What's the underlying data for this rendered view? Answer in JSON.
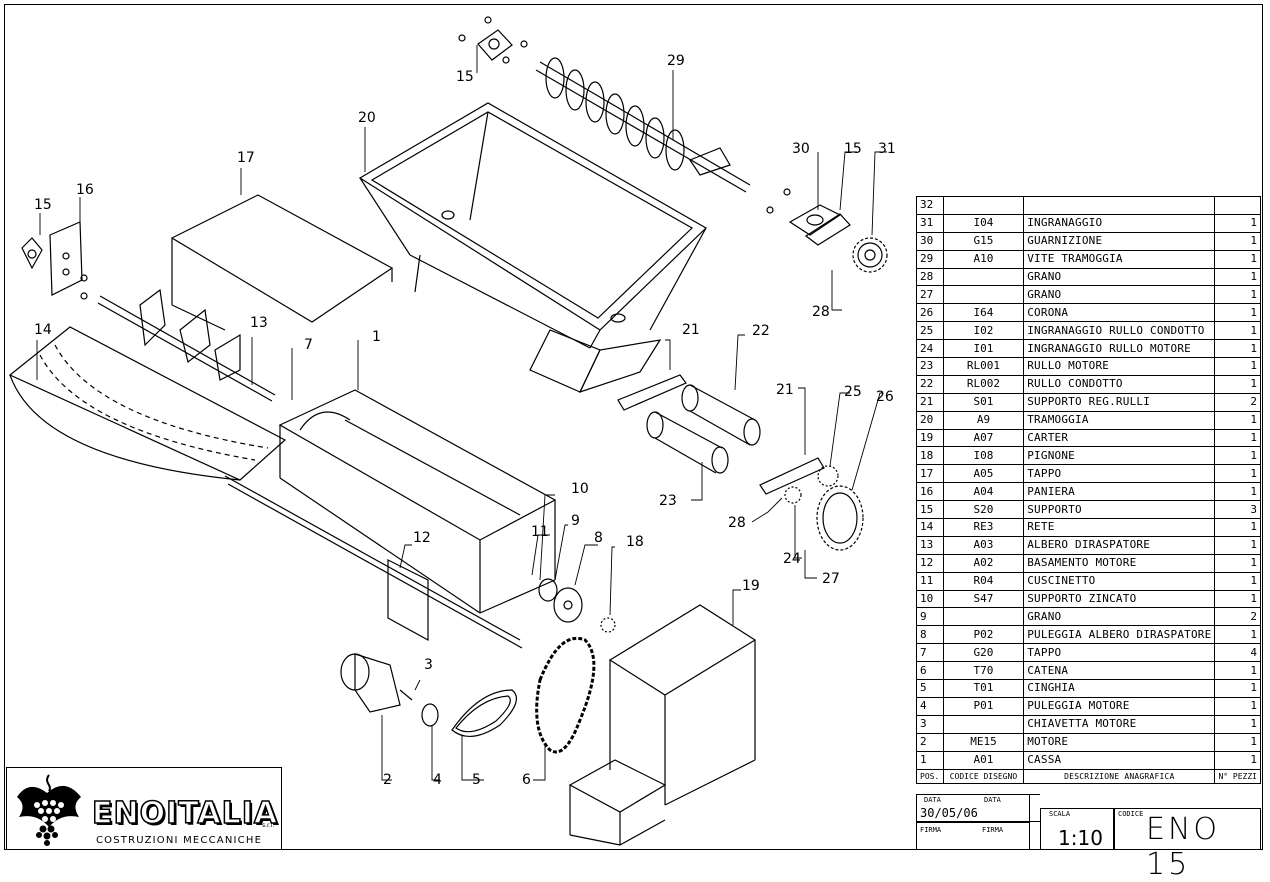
{
  "callouts": [
    "1",
    "2",
    "3",
    "4",
    "5",
    "6",
    "7",
    "8",
    "9",
    "10",
    "11",
    "12",
    "13",
    "14",
    "15",
    "15",
    "15",
    "16",
    "17",
    "18",
    "19",
    "20",
    "21",
    "21",
    "22",
    "23",
    "24",
    "25",
    "26",
    "27",
    "28",
    "28",
    "29",
    "30",
    "31"
  ],
  "parts_table": {
    "top_row_pos": "32",
    "rows": [
      {
        "pos": "31",
        "code": "I04",
        "desc": "INGRANAGGIO",
        "qty": "1"
      },
      {
        "pos": "30",
        "code": "G15",
        "desc": "GUARNIZIONE",
        "qty": "1"
      },
      {
        "pos": "29",
        "code": "A10",
        "desc": "VITE TRAMOGGIA",
        "qty": "1"
      },
      {
        "pos": "28",
        "code": "",
        "desc": "GRANO",
        "qty": "1"
      },
      {
        "pos": "27",
        "code": "",
        "desc": "GRANO",
        "qty": "1"
      },
      {
        "pos": "26",
        "code": "I64",
        "desc": "CORONA",
        "qty": "1"
      },
      {
        "pos": "25",
        "code": "I02",
        "desc": "INGRANAGGIO RULLO CONDOTTO",
        "qty": "1"
      },
      {
        "pos": "24",
        "code": "I01",
        "desc": "INGRANAGGIO RULLO MOTORE",
        "qty": "1"
      },
      {
        "pos": "23",
        "code": "RL001",
        "desc": "RULLO MOTORE",
        "qty": "1"
      },
      {
        "pos": "22",
        "code": "RL002",
        "desc": "RULLO CONDOTTO",
        "qty": "1"
      },
      {
        "pos": "21",
        "code": "S01",
        "desc": "SUPPORTO REG.RULLI",
        "qty": "2"
      },
      {
        "pos": "20",
        "code": "A9",
        "desc": "TRAMOGGIA",
        "qty": "1"
      },
      {
        "pos": "19",
        "code": "A07",
        "desc": "CARTER",
        "qty": "1"
      },
      {
        "pos": "18",
        "code": "I08",
        "desc": "PIGNONE",
        "qty": "1"
      },
      {
        "pos": "17",
        "code": "A05",
        "desc": "TAPPO",
        "qty": "1"
      },
      {
        "pos": "16",
        "code": "A04",
        "desc": "PANIERA",
        "qty": "1"
      },
      {
        "pos": "15",
        "code": "S20",
        "desc": "SUPPORTO",
        "qty": "3"
      },
      {
        "pos": "14",
        "code": "RE3",
        "desc": "RETE",
        "qty": "1"
      },
      {
        "pos": "13",
        "code": "A03",
        "desc": "ALBERO DIRASPATORE",
        "qty": "1"
      },
      {
        "pos": "12",
        "code": "A02",
        "desc": "BASAMENTO MOTORE",
        "qty": "1"
      },
      {
        "pos": "11",
        "code": "R04",
        "desc": "CUSCINETTO",
        "qty": "1"
      },
      {
        "pos": "10",
        "code": "S47",
        "desc": "SUPPORTO ZINCATO",
        "qty": "1"
      },
      {
        "pos": "9",
        "code": "",
        "desc": "GRANO",
        "qty": "2"
      },
      {
        "pos": "8",
        "code": "P02",
        "desc": "PULEGGIA ALBERO DIRASPATORE",
        "qty": "1"
      },
      {
        "pos": "7",
        "code": "G20",
        "desc": "TAPPO",
        "qty": "4"
      },
      {
        "pos": "6",
        "code": "T70",
        "desc": "CATENA",
        "qty": "1"
      },
      {
        "pos": "5",
        "code": "T01",
        "desc": "CINGHIA",
        "qty": "1"
      },
      {
        "pos": "4",
        "code": "P01",
        "desc": "PULEGGIA MOTORE",
        "qty": "1"
      },
      {
        "pos": "3",
        "code": "",
        "desc": "CHIAVETTA MOTORE",
        "qty": "1"
      },
      {
        "pos": "2",
        "code": "ME15",
        "desc": "MOTORE",
        "qty": "1"
      },
      {
        "pos": "1",
        "code": "A01",
        "desc": "CASSA",
        "qty": "1"
      }
    ],
    "header": {
      "pos": "POS.",
      "code": "CODICE DISEGNO",
      "desc": "DESCRIZIONE ANAGRAFICA",
      "qty": "N° PEZZI"
    }
  },
  "title_block": {
    "data_label_1": "DATA",
    "data_label_2": "DATA",
    "date": "30/05/06",
    "firma_label_1": "FIRMA",
    "firma_label_2": "FIRMA",
    "scala_label": "SCALA",
    "scale": "1:10",
    "codice_label": "CODICE",
    "code": "ENO 15"
  },
  "logo": {
    "company": "ENOITALIA",
    "suffix": "s.r.l.",
    "tagline": "COSTRUZIONI MECCANICHE"
  }
}
